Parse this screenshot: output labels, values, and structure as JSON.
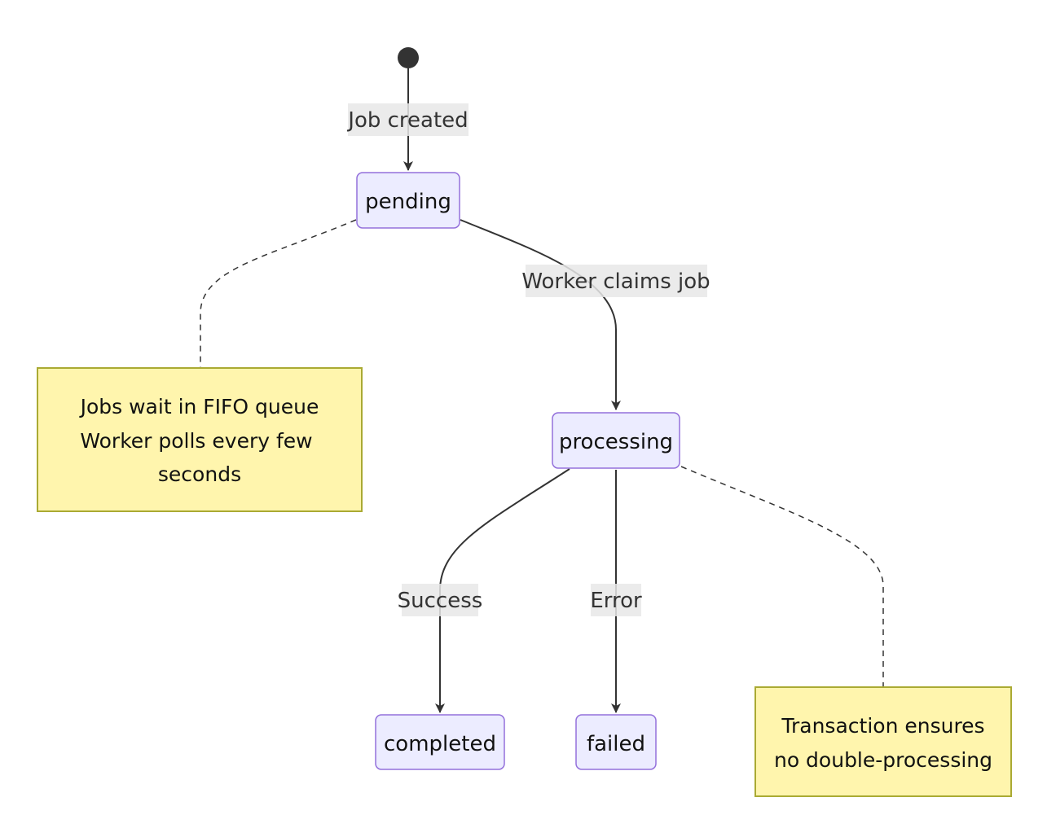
{
  "diagram": {
    "states": {
      "pending": "pending",
      "processing": "processing",
      "completed": "completed",
      "failed": "failed"
    },
    "transitions": {
      "start_to_pending": "Job created",
      "pending_to_processing": "Worker claims job",
      "processing_to_completed": "Success",
      "processing_to_failed": "Error"
    },
    "notes": {
      "pending_note": [
        "Jobs wait in FIFO queue",
        "Worker polls every few",
        "seconds"
      ],
      "processing_note": [
        "Transaction ensures",
        "no double-processing"
      ]
    },
    "colors": {
      "state_fill": "#ECECFF",
      "state_border": "#9370DB",
      "note_fill": "#FFF5AD",
      "note_border": "#AAAA33",
      "edge": "#333333"
    }
  }
}
